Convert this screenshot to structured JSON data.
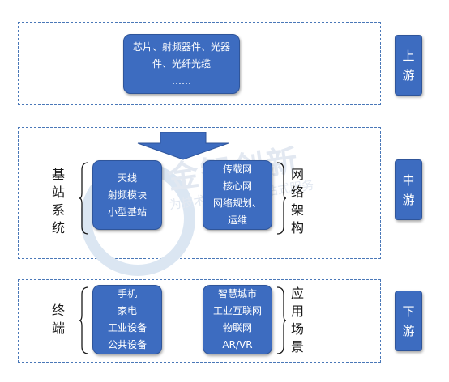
{
  "upstream": {
    "tag": [
      "上",
      "游"
    ],
    "box_lines": [
      "芯片、射频器件、光器",
      "件、光纤光缆",
      "……"
    ]
  },
  "midstream": {
    "tag": [
      "中",
      "游"
    ],
    "left_label": [
      "基",
      "站",
      "系",
      "统"
    ],
    "left_box": [
      "天线",
      "射频模块",
      "小型基站"
    ],
    "right_box": [
      "传载网",
      "核心网",
      "网络规划、",
      "运维"
    ],
    "right_label": [
      "网",
      "络",
      "架",
      "构"
    ]
  },
  "downstream": {
    "tag": [
      "下",
      "游"
    ],
    "left_label": [
      "终",
      "端"
    ],
    "left_box": [
      "手机",
      "家电",
      "工业设备",
      "公共设备"
    ],
    "right_box": [
      "智慧城市",
      "工业互联网",
      "物联网",
      "AR/VR"
    ],
    "right_label": [
      "应",
      "用",
      "场",
      "景"
    ]
  },
  "watermark": {
    "title": "金智创新",
    "subtitle": "为技术创新提供一站式服务"
  },
  "colors": {
    "box": "#3d6cc0",
    "border": "#4a78b8"
  }
}
